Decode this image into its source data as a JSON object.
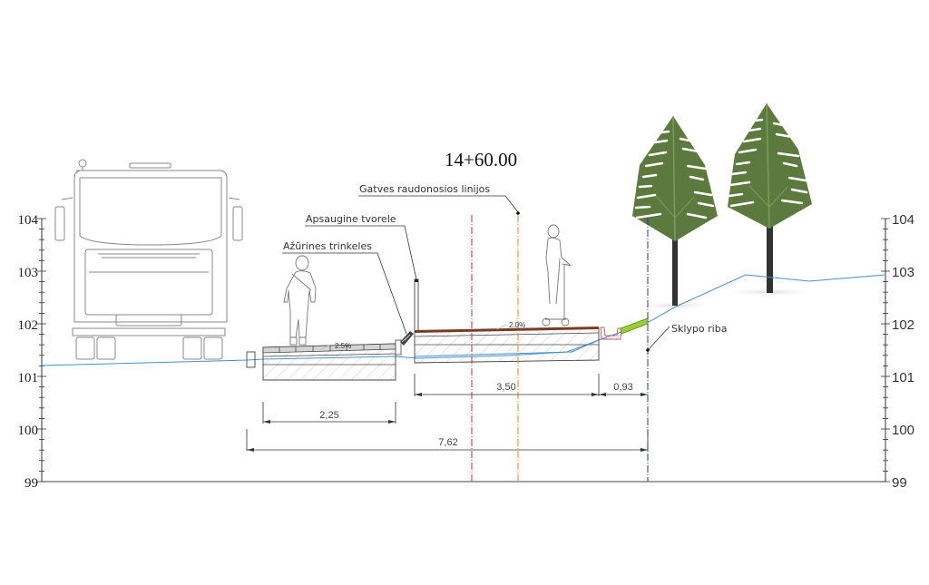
{
  "title": {
    "station": "14+60.00"
  },
  "axis_left": {
    "labels": [
      "104",
      "103",
      "102",
      "101",
      "100",
      "99"
    ],
    "values": [
      104,
      103,
      102,
      101,
      100,
      99
    ]
  },
  "axis_right": {
    "labels": [
      "104",
      "103",
      "102",
      "101",
      "100",
      "99"
    ],
    "values": [
      104,
      103,
      102,
      101,
      100,
      99
    ]
  },
  "callouts": {
    "red_lines": "Gatves raudonosios linijos",
    "fence": "Apsaugine tvorele",
    "curb": "Ažūrines trinkeles",
    "property": "Sklypo riba"
  },
  "slopes": {
    "sidewalk": "2.5%",
    "bikepath": "2.0%"
  },
  "dimensions": {
    "sidewalk_width": "2,25",
    "bikepath_width": "3,50",
    "verge_width": "0,93",
    "total_width": "7,62"
  },
  "figures": {
    "truck": "truck-front-view",
    "pedestrian": "pedestrian",
    "scooter_rider": "e-scooter-rider",
    "trees": [
      "tree-1",
      "tree-2"
    ]
  },
  "colors": {
    "ground_line": "#4a90c8",
    "red_line": "#c0303a",
    "orange_line": "#e08a20",
    "property_line": "#3030a0",
    "tree_green": "#5c7a3e",
    "grass_green": "#9acd32",
    "asphalt_brown": "#7a3b22"
  }
}
